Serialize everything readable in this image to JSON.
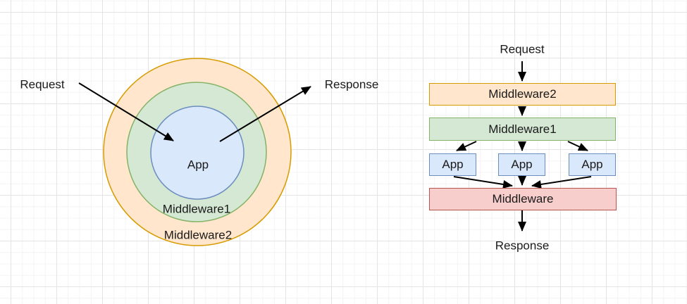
{
  "palette": {
    "orange_fill": "#FFE6CC",
    "orange_stroke": "#D79B00",
    "green_fill": "#D5E8D4",
    "green_stroke": "#82B366",
    "blue_fill": "#DAE8FC",
    "blue_stroke": "#6C8EBF",
    "red_fill": "#F8CECC",
    "red_stroke": "#B85450",
    "arrow_color": "#000000",
    "grid_major": "#e4e4e4",
    "grid_minor": "#f4f4f4"
  },
  "onion_diagram": {
    "request_label": "Request",
    "response_label": "Response",
    "app_label": "App",
    "middleware1_label": "Middleware1",
    "middleware2_label": "Middleware2"
  },
  "flow_diagram": {
    "request_label": "Request",
    "middleware2_label": "Middleware2",
    "middleware1_label": "Middleware1",
    "app_labels": [
      "App",
      "App",
      "App"
    ],
    "middleware_label": "Middleware",
    "response_label": "Response"
  }
}
